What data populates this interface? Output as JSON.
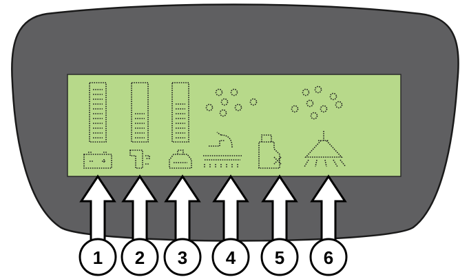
{
  "colors": {
    "bezel": "#5f5f61",
    "bezel_outline": "#1a1a1a",
    "lcd": "#b7d98a",
    "pixel": "#1f1f1f",
    "arrow_fill": "#ffffff",
    "arrow_stroke": "#000000"
  },
  "display": {
    "indicators": [
      {
        "icon": "battery-icon",
        "level_bar": true,
        "level_fraction": 1.0
      },
      {
        "icon": "water-tap-icon",
        "level_bar": true,
        "level_fraction": 0.55
      },
      {
        "icon": "recovery-tank-icon",
        "level_bar": true,
        "level_fraction": 0.75
      },
      {
        "icon": "brush-deck-icon",
        "level_bar": false
      },
      {
        "icon": "detergent-jug-icon",
        "level_bar": false
      },
      {
        "icon": "spray-nozzle-icon",
        "level_bar": false
      }
    ]
  },
  "callouts": [
    {
      "label": "1",
      "for": "battery-icon"
    },
    {
      "label": "2",
      "for": "water-tap-icon"
    },
    {
      "label": "3",
      "for": "recovery-tank-icon"
    },
    {
      "label": "4",
      "for": "brush-deck-icon"
    },
    {
      "label": "5",
      "for": "detergent-jug-icon"
    },
    {
      "label": "6",
      "for": "spray-nozzle-icon"
    }
  ]
}
